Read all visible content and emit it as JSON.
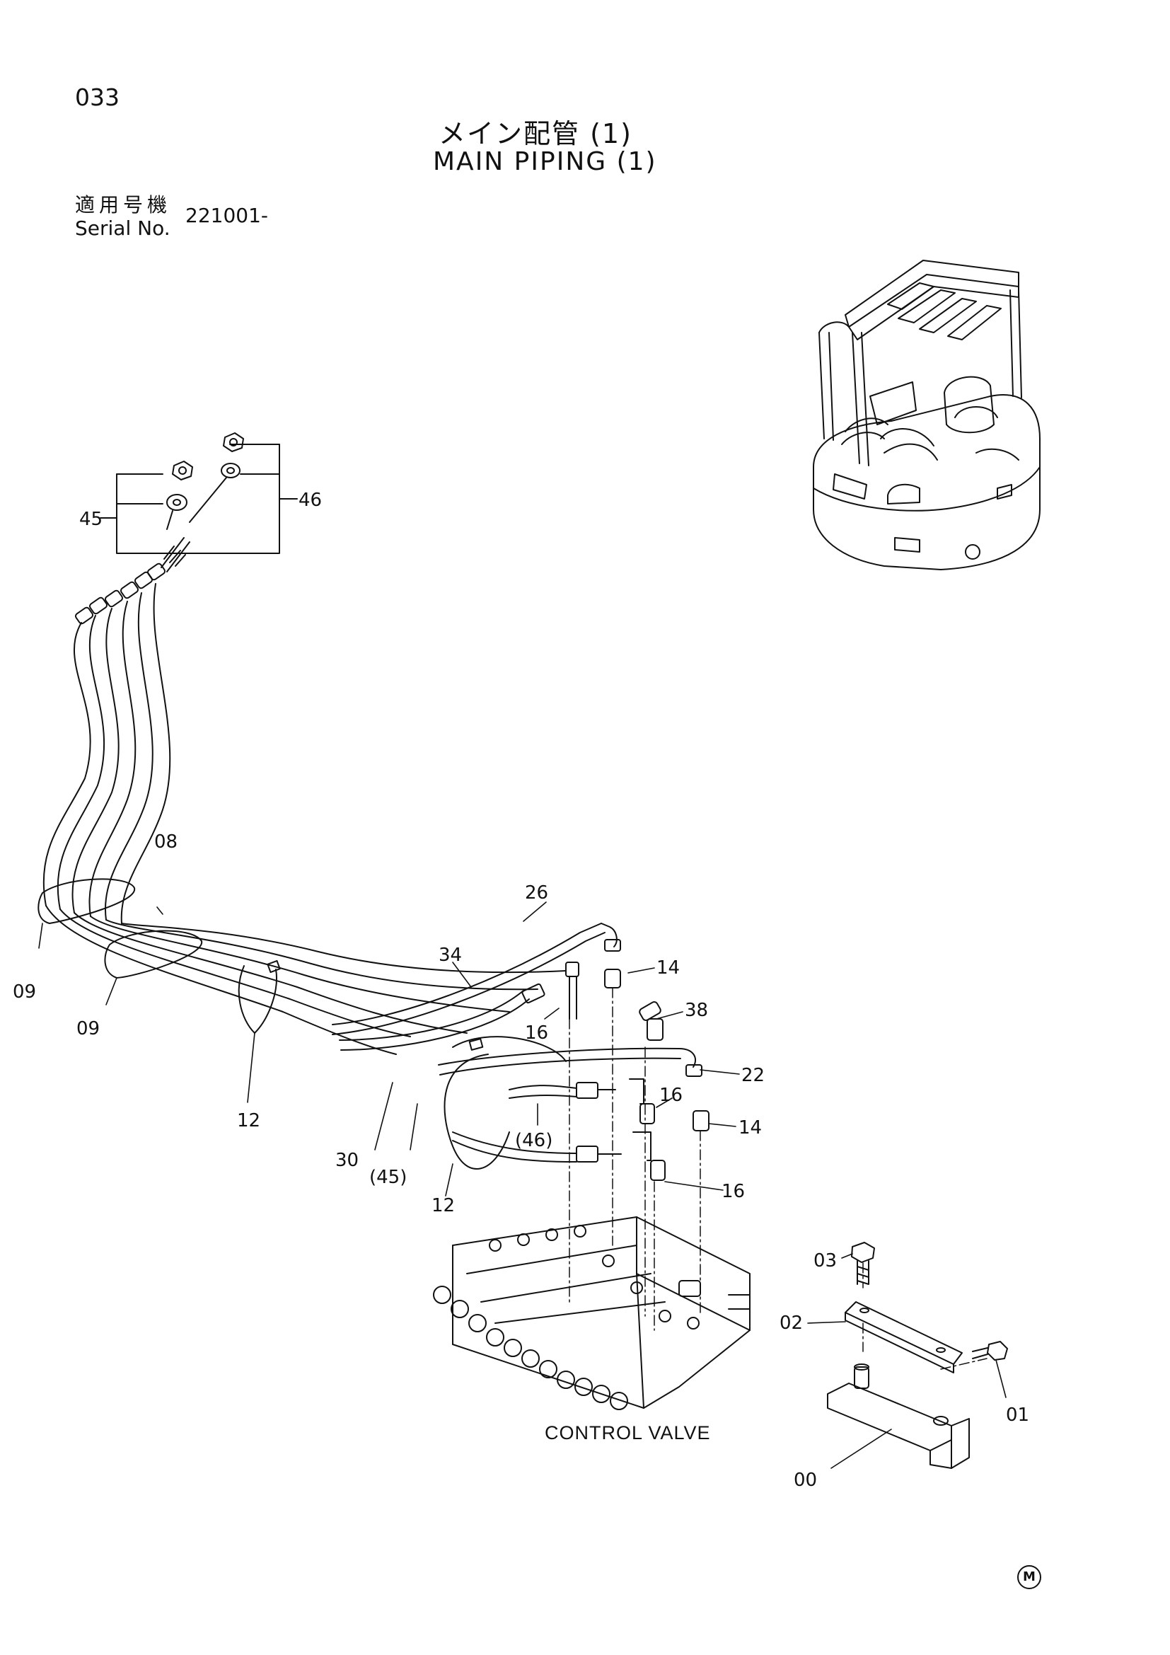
{
  "page_number": "033",
  "title_ja": "メイン配管 (1)",
  "title_en": "MAIN PIPING (1)",
  "serial": {
    "label_ja": "適用号機",
    "label_en": "Serial No.",
    "value": "221001-"
  },
  "control_valve_label": "CONTROL VALVE",
  "mark": "M",
  "part_labels": {
    "p45": "45",
    "p46": "46",
    "p08": "08",
    "p09a": "09",
    "p09b": "09",
    "p12a": "12",
    "p12b": "12",
    "p26": "26",
    "p34": "34",
    "p14a": "14",
    "p14b": "14",
    "p16a": "16",
    "p16b": "16",
    "p16c": "16",
    "p38": "38",
    "p22": "22",
    "p46b": "(46)",
    "p45b": "(45)",
    "p30": "30",
    "p03": "03",
    "p02": "02",
    "p01": "01",
    "p00": "00"
  }
}
